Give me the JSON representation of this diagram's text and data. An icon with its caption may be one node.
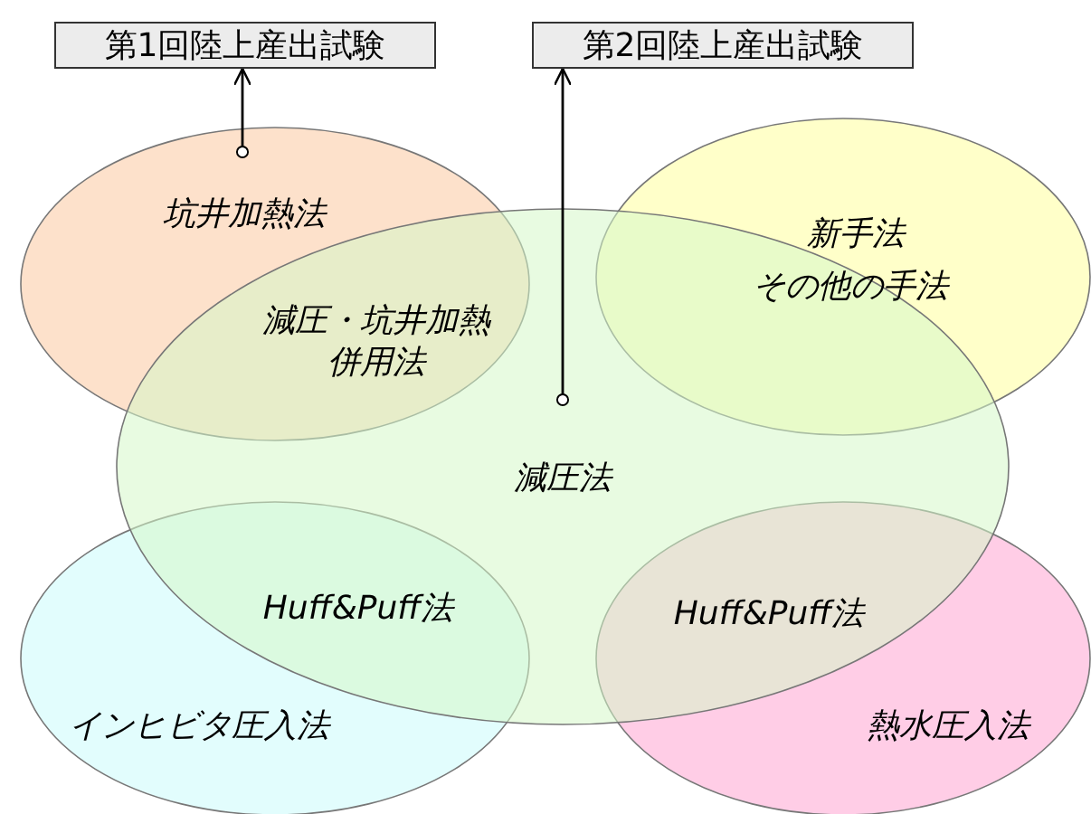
{
  "diagram": {
    "nodes": [
      {
        "text": [
          "第1回陸上産出試験"
        ]
      },
      {
        "text": [
          "第2回陸上産出試験"
        ]
      },
      {
        "text": [
          "坑井加熱法"
        ]
      },
      {
        "text": [
          "新手法",
          "その他の手法"
        ]
      },
      {
        "text": [
          "減圧法"
        ]
      },
      {
        "text": [
          "インヒビタ圧入法"
        ]
      },
      {
        "text": [
          "熱水圧入法"
        ]
      }
    ],
    "edges": [
      {
        "from": 2,
        "to": 0,
        "arrow": "to"
      },
      {
        "from": 4,
        "to": 1,
        "arrow": "to"
      }
    ],
    "labels": [
      "減圧・坑井加熱併用法",
      "Huff&Puff法",
      "Huff&Puff法"
    ]
  }
}
